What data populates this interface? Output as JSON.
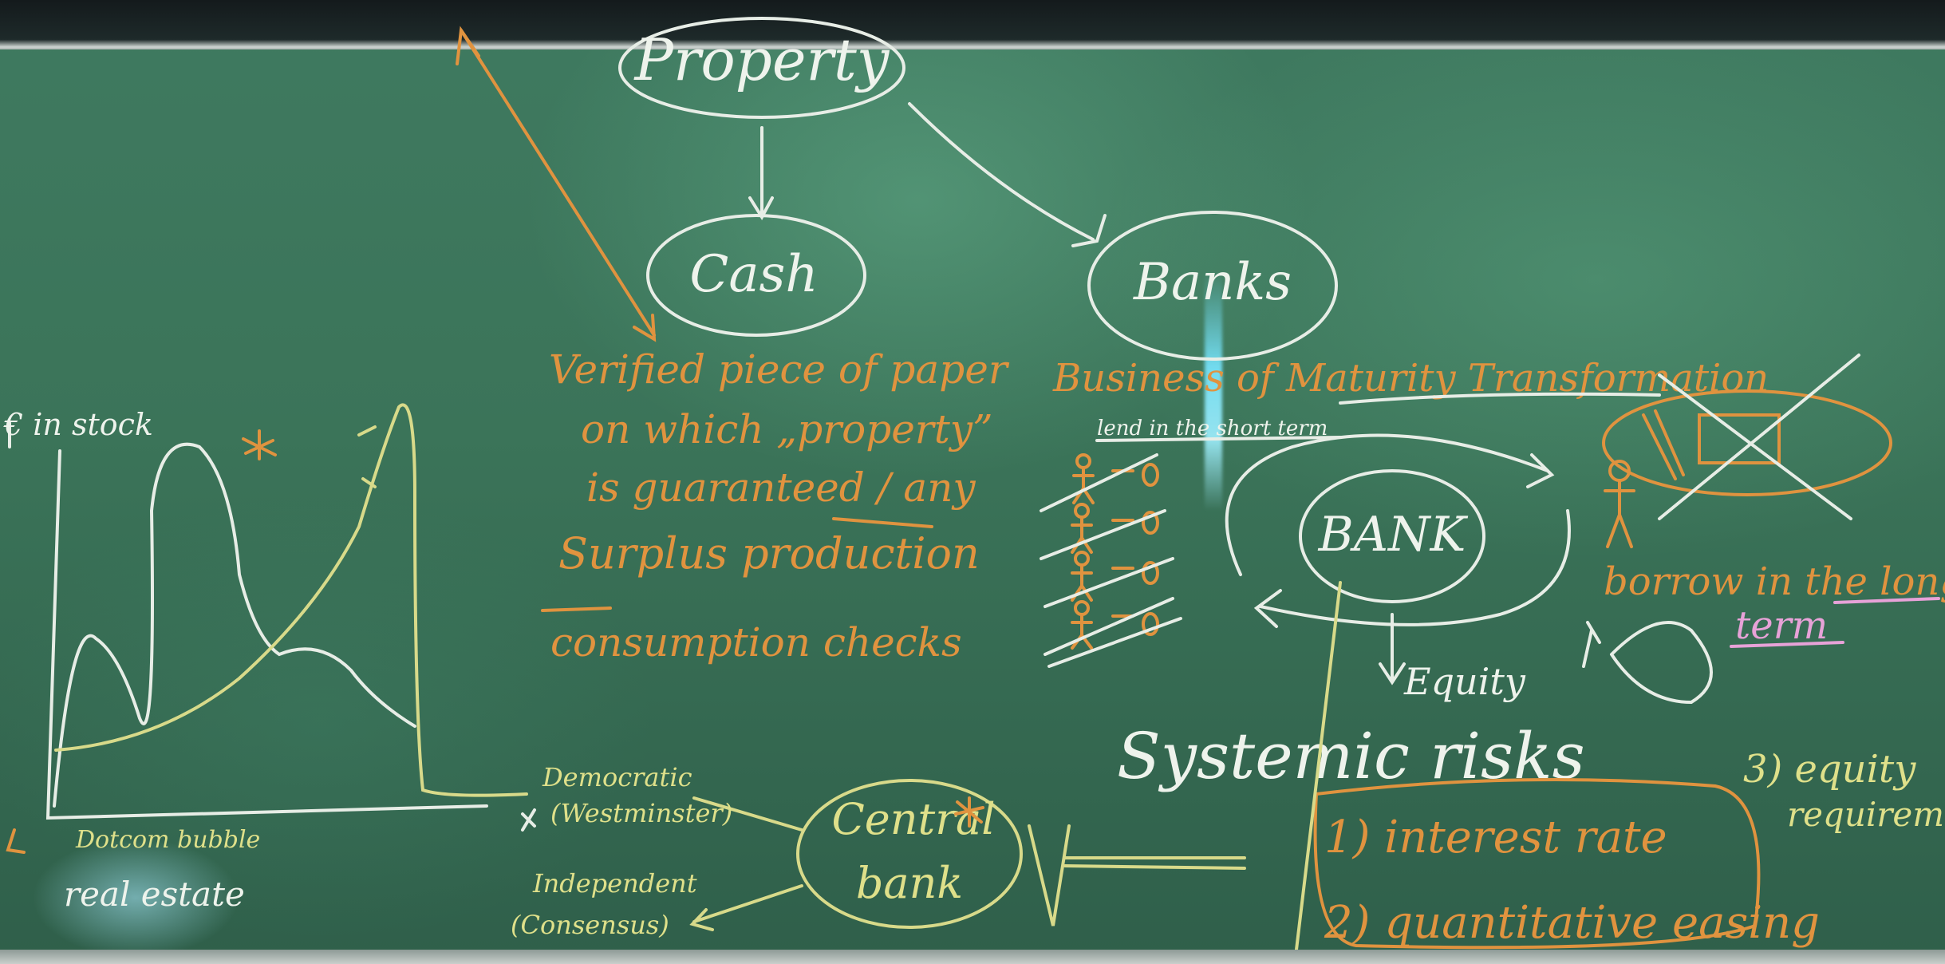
{
  "nodes": {
    "property": "Property",
    "cash": "Cash",
    "banks": "Banks",
    "bank": "BANK",
    "central_bank_line1": "Central",
    "central_bank_line2": "bank"
  },
  "cash_notes": {
    "line1": "Verified piece of paper",
    "line2": "on which „property”",
    "line3": "is guaranteed / any",
    "line4": "Surplus production",
    "line5": "consumption checks"
  },
  "maturity": {
    "title": "Business of Maturity Transformation",
    "subtitle": "lend in the short term",
    "borrow1": "borrow in the long",
    "borrow2": "term"
  },
  "equity": "Equity",
  "systemic": {
    "title": "Systemic risks",
    "item1": "1) interest rate",
    "item2": "2) quantitative easing",
    "item3a": "3) equity",
    "item3b": "requirem"
  },
  "central_bank_options": {
    "democratic1": "Democratic",
    "democratic2": "(Westminster)",
    "independent1": "Independent",
    "independent2": "(Consensus)"
  },
  "graph_labels": {
    "y_axis": "€ in stock",
    "bubble": "Dotcom bubble",
    "real_estate": "real estate"
  },
  "colors": {
    "board": "#3b7459",
    "chalk_white": "#eef3ec",
    "chalk_orange": "#e0933f",
    "chalk_yellow": "#dfe08a",
    "chalk_pink": "#e7a2d8"
  }
}
